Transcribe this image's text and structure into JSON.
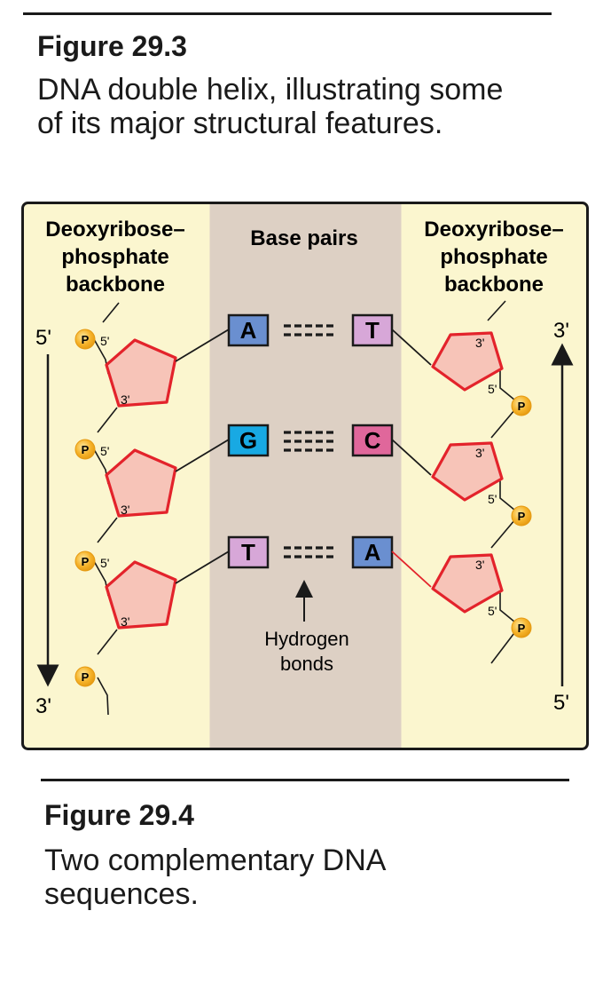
{
  "figure_a": {
    "title": "Figure 29.3",
    "caption_line1": "DNA double helix, illustrating some",
    "caption_line2": "of its major structural features."
  },
  "diagram": {
    "left_header": [
      "Deoxyribose–",
      "phosphate",
      "backbone"
    ],
    "center_header": "Base pairs",
    "right_header": [
      "Deoxyribose–",
      "phosphate",
      "backbone"
    ],
    "left_strand": {
      "top_end": "5'",
      "bottom_end": "3'"
    },
    "right_strand": {
      "top_end": "3'",
      "bottom_end": "5'"
    },
    "phosphate_label": "P",
    "carbon5_label": "5'",
    "carbon3_label": "3'",
    "base_pairs": [
      {
        "left": "A",
        "right": "T",
        "hbonds": 2
      },
      {
        "left": "G",
        "right": "C",
        "hbonds": 3
      },
      {
        "left": "T",
        "right": "A",
        "hbonds": 2
      }
    ],
    "hbond_label": [
      "Hydrogen",
      "bonds"
    ],
    "colors": {
      "backbone_bg": "#fbf6cf",
      "center_bg": "#ddd0c4",
      "sugar_fill": "#f7c4b8",
      "sugar_stroke": "#e3232b",
      "phosphate_fill": "#f6b32a",
      "base_A": "#6a8fd0",
      "base_T": "#d7a7d8",
      "base_G": "#18a9e3",
      "base_C": "#e0679b"
    }
  },
  "figure_b": {
    "title": "Figure 29.4",
    "caption_line1": "Two complementary DNA",
    "caption_line2": "sequences."
  }
}
